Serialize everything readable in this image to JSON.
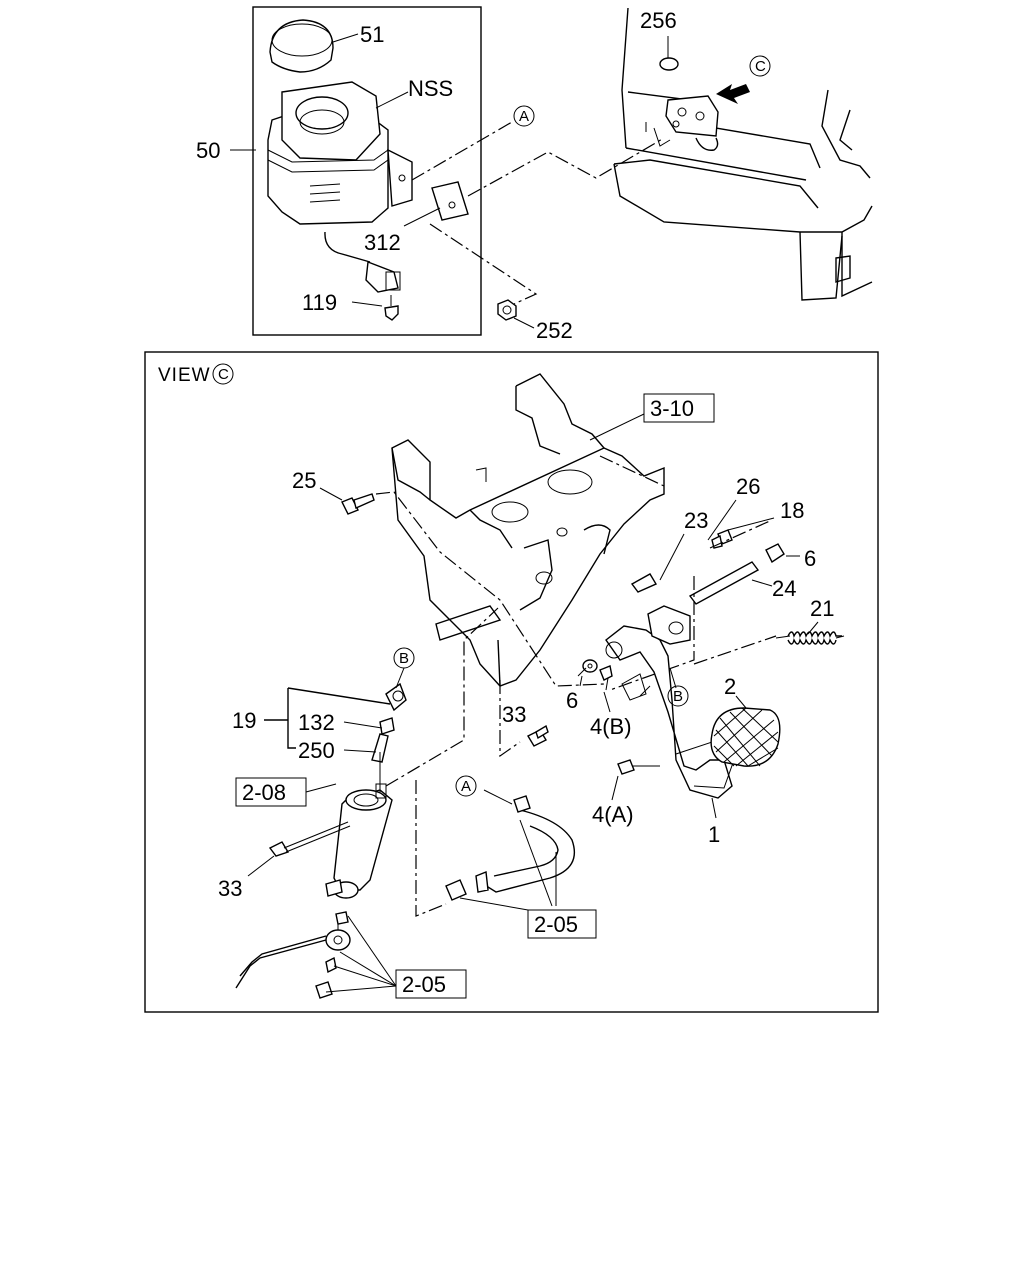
{
  "labels": {
    "p51": "51",
    "nss": "NSS",
    "p50": "50",
    "p312": "312",
    "p119": "119",
    "p252": "252",
    "p256": "256",
    "view_c_text": "VIEW",
    "ref_3_10": "3-10",
    "p25": "25",
    "p26": "26",
    "p18": "18",
    "p23": "23",
    "p6a": "6",
    "p24": "24",
    "p21": "21",
    "p6b": "6",
    "p2": "2",
    "p4b": "4(B)",
    "p33a": "33",
    "p19": "19",
    "p132": "132",
    "p250": "250",
    "ref_2_08": "2-08",
    "p4a": "4(A)",
    "p1": "1",
    "p33b": "33",
    "ref_2_05a": "2-05",
    "ref_2_05b": "2-05"
  },
  "callouts": {
    "a_top": "A",
    "c_top": "C",
    "c_view": "C",
    "b_left": "B",
    "b_right": "B",
    "a_hose": "A"
  }
}
